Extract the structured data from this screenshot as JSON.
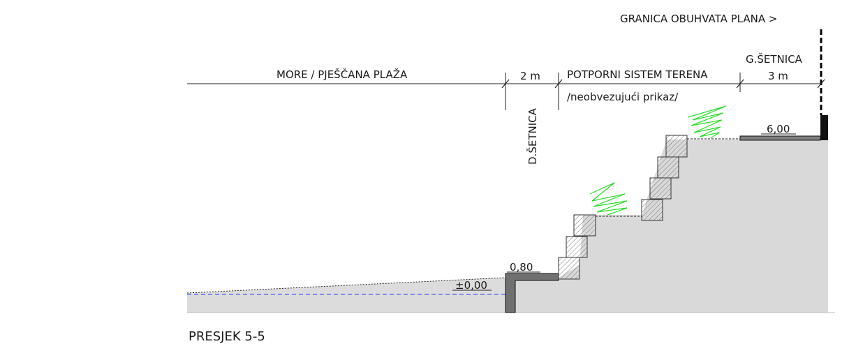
{
  "labels": {
    "boundary": "GRANICA OBUHVATA PLANA >",
    "upper_walkway": "G.ŠETNICA",
    "sea_beach": "MORE / PJEŠČANA PLAŽA",
    "lower_walkway_width": "2 m",
    "retaining_system": "POTPORNI SISTEM TERENA",
    "retaining_note": "/neobvezujući prikaz/",
    "upper_walkway_width": "3 m",
    "lower_walkway": "D.ŠETNICA",
    "elev_upper": "6,00",
    "elev_lower": "0,80",
    "elev_sea": "±0,00",
    "section_title": "PRESJEK 5-5"
  },
  "colors": {
    "terrain": "#d9d9d9",
    "wall": "#707070",
    "planting": "#22dd22",
    "sea_line": "#1f3cff",
    "boundary": "#000000"
  }
}
